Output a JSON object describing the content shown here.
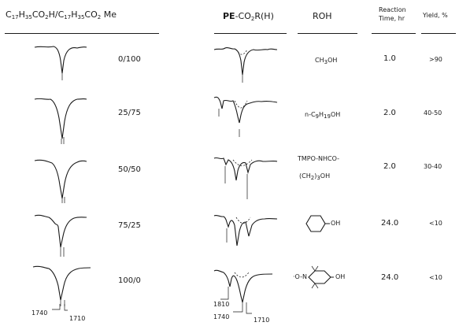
{
  "left_panel": {
    "header_parts": [
      "C",
      "17",
      "H",
      "35",
      "CO",
      "2",
      "H/C",
      "17",
      "H",
      "35",
      "CO",
      "2",
      " Me"
    ],
    "ratios": [
      "0/100",
      "25/75",
      "50/50",
      "75/25",
      "100/0"
    ],
    "wavenumbers": [
      "1740",
      "1710"
    ]
  },
  "right_panel": {
    "col_spectra_parts": [
      "PE",
      "-CO",
      "2",
      "R(H)"
    ],
    "col_roh": "ROH",
    "col_time": [
      "Reaction",
      "Time, hr"
    ],
    "col_yield": "Yield, %",
    "rows": [
      {
        "roh_parts": [
          "CH",
          "3",
          "OH"
        ],
        "time": "1.0",
        "yield": ">90"
      },
      {
        "roh_parts": [
          "n-C",
          "9",
          "H",
          "19",
          "OH"
        ],
        "time": "2.0",
        "yield": "40-50"
      },
      {
        "roh_line1": "TMPO-NHCO-",
        "roh_line2_parts": [
          "(CH",
          "2",
          ")",
          "3",
          "OH"
        ],
        "time": "2.0",
        "yield": "30-40"
      },
      {
        "roh_structure": "cyclohexyl",
        "roh_oh": "OH",
        "time": "24.0",
        "yield": "<10"
      },
      {
        "roh_structure": "TMPO",
        "roh_prefix": "·O-N",
        "roh_oh": "OH",
        "time": "24.0",
        "yield": "<10"
      }
    ],
    "wavenumbers": [
      "1810",
      "1740",
      "1710"
    ]
  }
}
